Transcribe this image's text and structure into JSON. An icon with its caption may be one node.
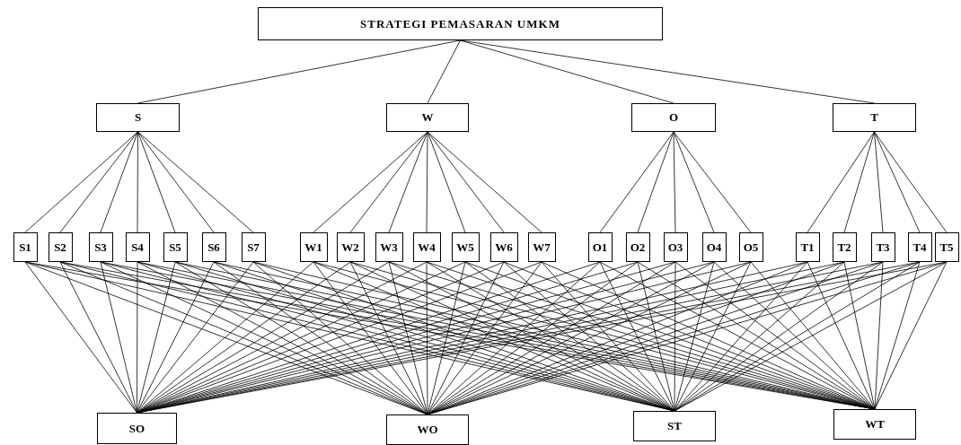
{
  "diagram": {
    "nodes": [
      {
        "text": [
          "STRATEGI PEMASARAN UMKM"
        ]
      },
      {
        "text": [
          "S"
        ]
      },
      {
        "text": [
          "W"
        ]
      },
      {
        "text": [
          "O"
        ]
      },
      {
        "text": [
          "T"
        ]
      },
      {
        "text": [
          "S1"
        ]
      },
      {
        "text": [
          "S2"
        ]
      },
      {
        "text": [
          "S3"
        ]
      },
      {
        "text": [
          "S4"
        ]
      },
      {
        "text": [
          "S5"
        ]
      },
      {
        "text": [
          "S6"
        ]
      },
      {
        "text": [
          "S7"
        ]
      },
      {
        "text": [
          "W1"
        ]
      },
      {
        "text": [
          "W2"
        ]
      },
      {
        "text": [
          "W3"
        ]
      },
      {
        "text": [
          "W4"
        ]
      },
      {
        "text": [
          "W5"
        ]
      },
      {
        "text": [
          "W6"
        ]
      },
      {
        "text": [
          "W7"
        ]
      },
      {
        "text": [
          "O1"
        ]
      },
      {
        "text": [
          "O2"
        ]
      },
      {
        "text": [
          "O3"
        ]
      },
      {
        "text": [
          "O4"
        ]
      },
      {
        "text": [
          "O5"
        ]
      },
      {
        "text": [
          "T1"
        ]
      },
      {
        "text": [
          "T2"
        ]
      },
      {
        "text": [
          "T3"
        ]
      },
      {
        "text": [
          "T4"
        ]
      },
      {
        "text": [
          "T5"
        ]
      },
      {
        "text": [
          "SO"
        ]
      },
      {
        "text": [
          "WO"
        ]
      },
      {
        "text": [
          "ST"
        ]
      },
      {
        "text": [
          "WT"
        ]
      }
    ],
    "edges": [
      {
        "from": 0,
        "to": 1,
        "arrow": "none"
      },
      {
        "from": 0,
        "to": 2,
        "arrow": "none"
      },
      {
        "from": 0,
        "to": 3,
        "arrow": "none"
      },
      {
        "from": 0,
        "to": 4,
        "arrow": "none"
      },
      {
        "from": 1,
        "to": 5,
        "arrow": "none"
      },
      {
        "from": 1,
        "to": 6,
        "arrow": "none"
      },
      {
        "from": 1,
        "to": 7,
        "arrow": "none"
      },
      {
        "from": 1,
        "to": 8,
        "arrow": "none"
      },
      {
        "from": 1,
        "to": 9,
        "arrow": "none"
      },
      {
        "from": 1,
        "to": 10,
        "arrow": "none"
      },
      {
        "from": 1,
        "to": 11,
        "arrow": "none"
      },
      {
        "from": 2,
        "to": 12,
        "arrow": "none"
      },
      {
        "from": 2,
        "to": 13,
        "arrow": "none"
      },
      {
        "from": 2,
        "to": 14,
        "arrow": "none"
      },
      {
        "from": 2,
        "to": 15,
        "arrow": "none"
      },
      {
        "from": 2,
        "to": 16,
        "arrow": "none"
      },
      {
        "from": 2,
        "to": 17,
        "arrow": "none"
      },
      {
        "from": 2,
        "to": 18,
        "arrow": "none"
      },
      {
        "from": 3,
        "to": 19,
        "arrow": "none"
      },
      {
        "from": 3,
        "to": 20,
        "arrow": "none"
      },
      {
        "from": 3,
        "to": 21,
        "arrow": "none"
      },
      {
        "from": 3,
        "to": 22,
        "arrow": "none"
      },
      {
        "from": 3,
        "to": 23,
        "arrow": "none"
      },
      {
        "from": 4,
        "to": 24,
        "arrow": "none"
      },
      {
        "from": 4,
        "to": 25,
        "arrow": "none"
      },
      {
        "from": 4,
        "to": 26,
        "arrow": "none"
      },
      {
        "from": 4,
        "to": 27,
        "arrow": "none"
      },
      {
        "from": 4,
        "to": 28,
        "arrow": "none"
      },
      {
        "from": 5,
        "to": 29,
        "arrow": "none"
      },
      {
        "from": 5,
        "to": 30,
        "arrow": "none"
      },
      {
        "from": 5,
        "to": 31,
        "arrow": "none"
      },
      {
        "from": 5,
        "to": 32,
        "arrow": "none"
      },
      {
        "from": 6,
        "to": 29,
        "arrow": "none"
      },
      {
        "from": 6,
        "to": 30,
        "arrow": "none"
      },
      {
        "from": 6,
        "to": 31,
        "arrow": "none"
      },
      {
        "from": 6,
        "to": 32,
        "arrow": "none"
      },
      {
        "from": 7,
        "to": 29,
        "arrow": "none"
      },
      {
        "from": 7,
        "to": 30,
        "arrow": "none"
      },
      {
        "from": 7,
        "to": 31,
        "arrow": "none"
      },
      {
        "from": 7,
        "to": 32,
        "arrow": "none"
      },
      {
        "from": 8,
        "to": 29,
        "arrow": "none"
      },
      {
        "from": 8,
        "to": 30,
        "arrow": "none"
      },
      {
        "from": 8,
        "to": 31,
        "arrow": "none"
      },
      {
        "from": 8,
        "to": 32,
        "arrow": "none"
      },
      {
        "from": 9,
        "to": 29,
        "arrow": "none"
      },
      {
        "from": 9,
        "to": 30,
        "arrow": "none"
      },
      {
        "from": 9,
        "to": 31,
        "arrow": "none"
      },
      {
        "from": 9,
        "to": 32,
        "arrow": "none"
      },
      {
        "from": 10,
        "to": 29,
        "arrow": "none"
      },
      {
        "from": 10,
        "to": 30,
        "arrow": "none"
      },
      {
        "from": 10,
        "to": 31,
        "arrow": "none"
      },
      {
        "from": 10,
        "to": 32,
        "arrow": "none"
      },
      {
        "from": 11,
        "to": 29,
        "arrow": "none"
      },
      {
        "from": 11,
        "to": 30,
        "arrow": "none"
      },
      {
        "from": 11,
        "to": 31,
        "arrow": "none"
      },
      {
        "from": 11,
        "to": 32,
        "arrow": "none"
      },
      {
        "from": 12,
        "to": 29,
        "arrow": "none"
      },
      {
        "from": 12,
        "to": 30,
        "arrow": "none"
      },
      {
        "from": 12,
        "to": 31,
        "arrow": "none"
      },
      {
        "from": 12,
        "to": 32,
        "arrow": "none"
      },
      {
        "from": 13,
        "to": 29,
        "arrow": "none"
      },
      {
        "from": 13,
        "to": 30,
        "arrow": "none"
      },
      {
        "from": 13,
        "to": 31,
        "arrow": "none"
      },
      {
        "from": 13,
        "to": 32,
        "arrow": "none"
      },
      {
        "from": 14,
        "to": 29,
        "arrow": "none"
      },
      {
        "from": 14,
        "to": 30,
        "arrow": "none"
      },
      {
        "from": 14,
        "to": 31,
        "arrow": "none"
      },
      {
        "from": 14,
        "to": 32,
        "arrow": "none"
      },
      {
        "from": 15,
        "to": 29,
        "arrow": "none"
      },
      {
        "from": 15,
        "to": 30,
        "arrow": "none"
      },
      {
        "from": 15,
        "to": 31,
        "arrow": "none"
      },
      {
        "from": 15,
        "to": 32,
        "arrow": "none"
      },
      {
        "from": 16,
        "to": 29,
        "arrow": "none"
      },
      {
        "from": 16,
        "to": 30,
        "arrow": "none"
      },
      {
        "from": 16,
        "to": 31,
        "arrow": "none"
      },
      {
        "from": 16,
        "to": 32,
        "arrow": "none"
      },
      {
        "from": 17,
        "to": 29,
        "arrow": "none"
      },
      {
        "from": 17,
        "to": 30,
        "arrow": "none"
      },
      {
        "from": 17,
        "to": 31,
        "arrow": "none"
      },
      {
        "from": 17,
        "to": 32,
        "arrow": "none"
      },
      {
        "from": 18,
        "to": 29,
        "arrow": "none"
      },
      {
        "from": 18,
        "to": 30,
        "arrow": "none"
      },
      {
        "from": 18,
        "to": 31,
        "arrow": "none"
      },
      {
        "from": 18,
        "to": 32,
        "arrow": "none"
      },
      {
        "from": 19,
        "to": 29,
        "arrow": "none"
      },
      {
        "from": 19,
        "to": 30,
        "arrow": "none"
      },
      {
        "from": 19,
        "to": 31,
        "arrow": "none"
      },
      {
        "from": 19,
        "to": 32,
        "arrow": "none"
      },
      {
        "from": 20,
        "to": 29,
        "arrow": "none"
      },
      {
        "from": 20,
        "to": 30,
        "arrow": "none"
      },
      {
        "from": 20,
        "to": 31,
        "arrow": "none"
      },
      {
        "from": 20,
        "to": 32,
        "arrow": "none"
      },
      {
        "from": 21,
        "to": 29,
        "arrow": "none"
      },
      {
        "from": 21,
        "to": 30,
        "arrow": "none"
      },
      {
        "from": 21,
        "to": 31,
        "arrow": "none"
      },
      {
        "from": 21,
        "to": 32,
        "arrow": "none"
      },
      {
        "from": 22,
        "to": 29,
        "arrow": "none"
      },
      {
        "from": 22,
        "to": 30,
        "arrow": "none"
      },
      {
        "from": 22,
        "to": 31,
        "arrow": "none"
      },
      {
        "from": 22,
        "to": 32,
        "arrow": "none"
      },
      {
        "from": 23,
        "to": 29,
        "arrow": "none"
      },
      {
        "from": 23,
        "to": 30,
        "arrow": "none"
      },
      {
        "from": 23,
        "to": 31,
        "arrow": "none"
      },
      {
        "from": 23,
        "to": 32,
        "arrow": "none"
      },
      {
        "from": 24,
        "to": 29,
        "arrow": "none"
      },
      {
        "from": 24,
        "to": 30,
        "arrow": "none"
      },
      {
        "from": 24,
        "to": 31,
        "arrow": "none"
      },
      {
        "from": 24,
        "to": 32,
        "arrow": "none"
      },
      {
        "from": 25,
        "to": 29,
        "arrow": "none"
      },
      {
        "from": 25,
        "to": 30,
        "arrow": "none"
      },
      {
        "from": 25,
        "to": 31,
        "arrow": "none"
      },
      {
        "from": 25,
        "to": 32,
        "arrow": "none"
      },
      {
        "from": 26,
        "to": 29,
        "arrow": "none"
      },
      {
        "from": 26,
        "to": 30,
        "arrow": "none"
      },
      {
        "from": 26,
        "to": 31,
        "arrow": "none"
      },
      {
        "from": 26,
        "to": 32,
        "arrow": "none"
      },
      {
        "from": 27,
        "to": 29,
        "arrow": "none"
      },
      {
        "from": 27,
        "to": 30,
        "arrow": "none"
      },
      {
        "from": 27,
        "to": 31,
        "arrow": "none"
      },
      {
        "from": 27,
        "to": 32,
        "arrow": "none"
      },
      {
        "from": 28,
        "to": 29,
        "arrow": "none"
      },
      {
        "from": 28,
        "to": 30,
        "arrow": "none"
      },
      {
        "from": 28,
        "to": 31,
        "arrow": "none"
      },
      {
        "from": 28,
        "to": 32,
        "arrow": "none"
      }
    ]
  }
}
